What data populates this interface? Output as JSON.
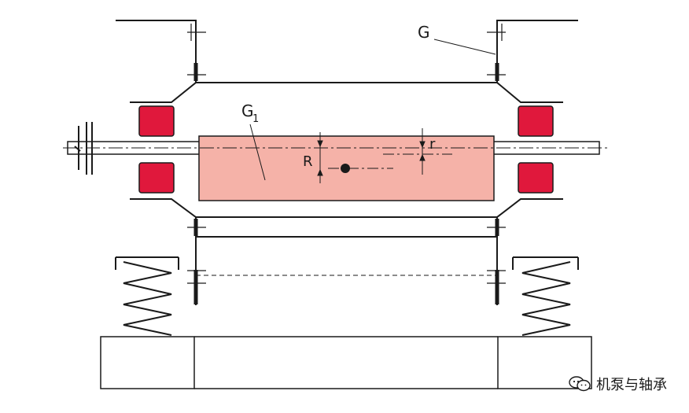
{
  "labels": {
    "housing_weight": "G",
    "rotor_weight": "G",
    "rotor_weight_sub": "1",
    "bearing_radius": "R",
    "eccentricity": "r"
  },
  "watermark": {
    "text": "机泵与轴承",
    "icon": "wechat-icon"
  },
  "colors": {
    "rotor_fill": "#f5b2a8",
    "bearing_fill": "#e0183c",
    "line": "#1a1a1a"
  }
}
